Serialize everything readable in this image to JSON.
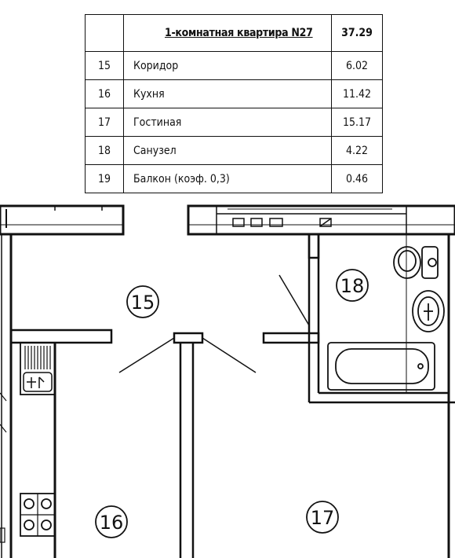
{
  "table": {
    "title": "1-комнатная квартира N27",
    "total_area": "37.29",
    "rows": [
      {
        "num": "15",
        "name": "Коридор",
        "area": "6.02"
      },
      {
        "num": "16",
        "name": "Кухня",
        "area": "11.42"
      },
      {
        "num": "17",
        "name": "Гостиная",
        "area": "15.17"
      },
      {
        "num": "18",
        "name": "Санузел",
        "area": "4.22"
      },
      {
        "num": "19",
        "name": "Балкон (коэф. 0,3)",
        "area": "0.46"
      }
    ]
  },
  "plan": {
    "room_labels": {
      "corridor": "15",
      "kitchen": "16",
      "living": "17",
      "bathroom": "18"
    }
  }
}
